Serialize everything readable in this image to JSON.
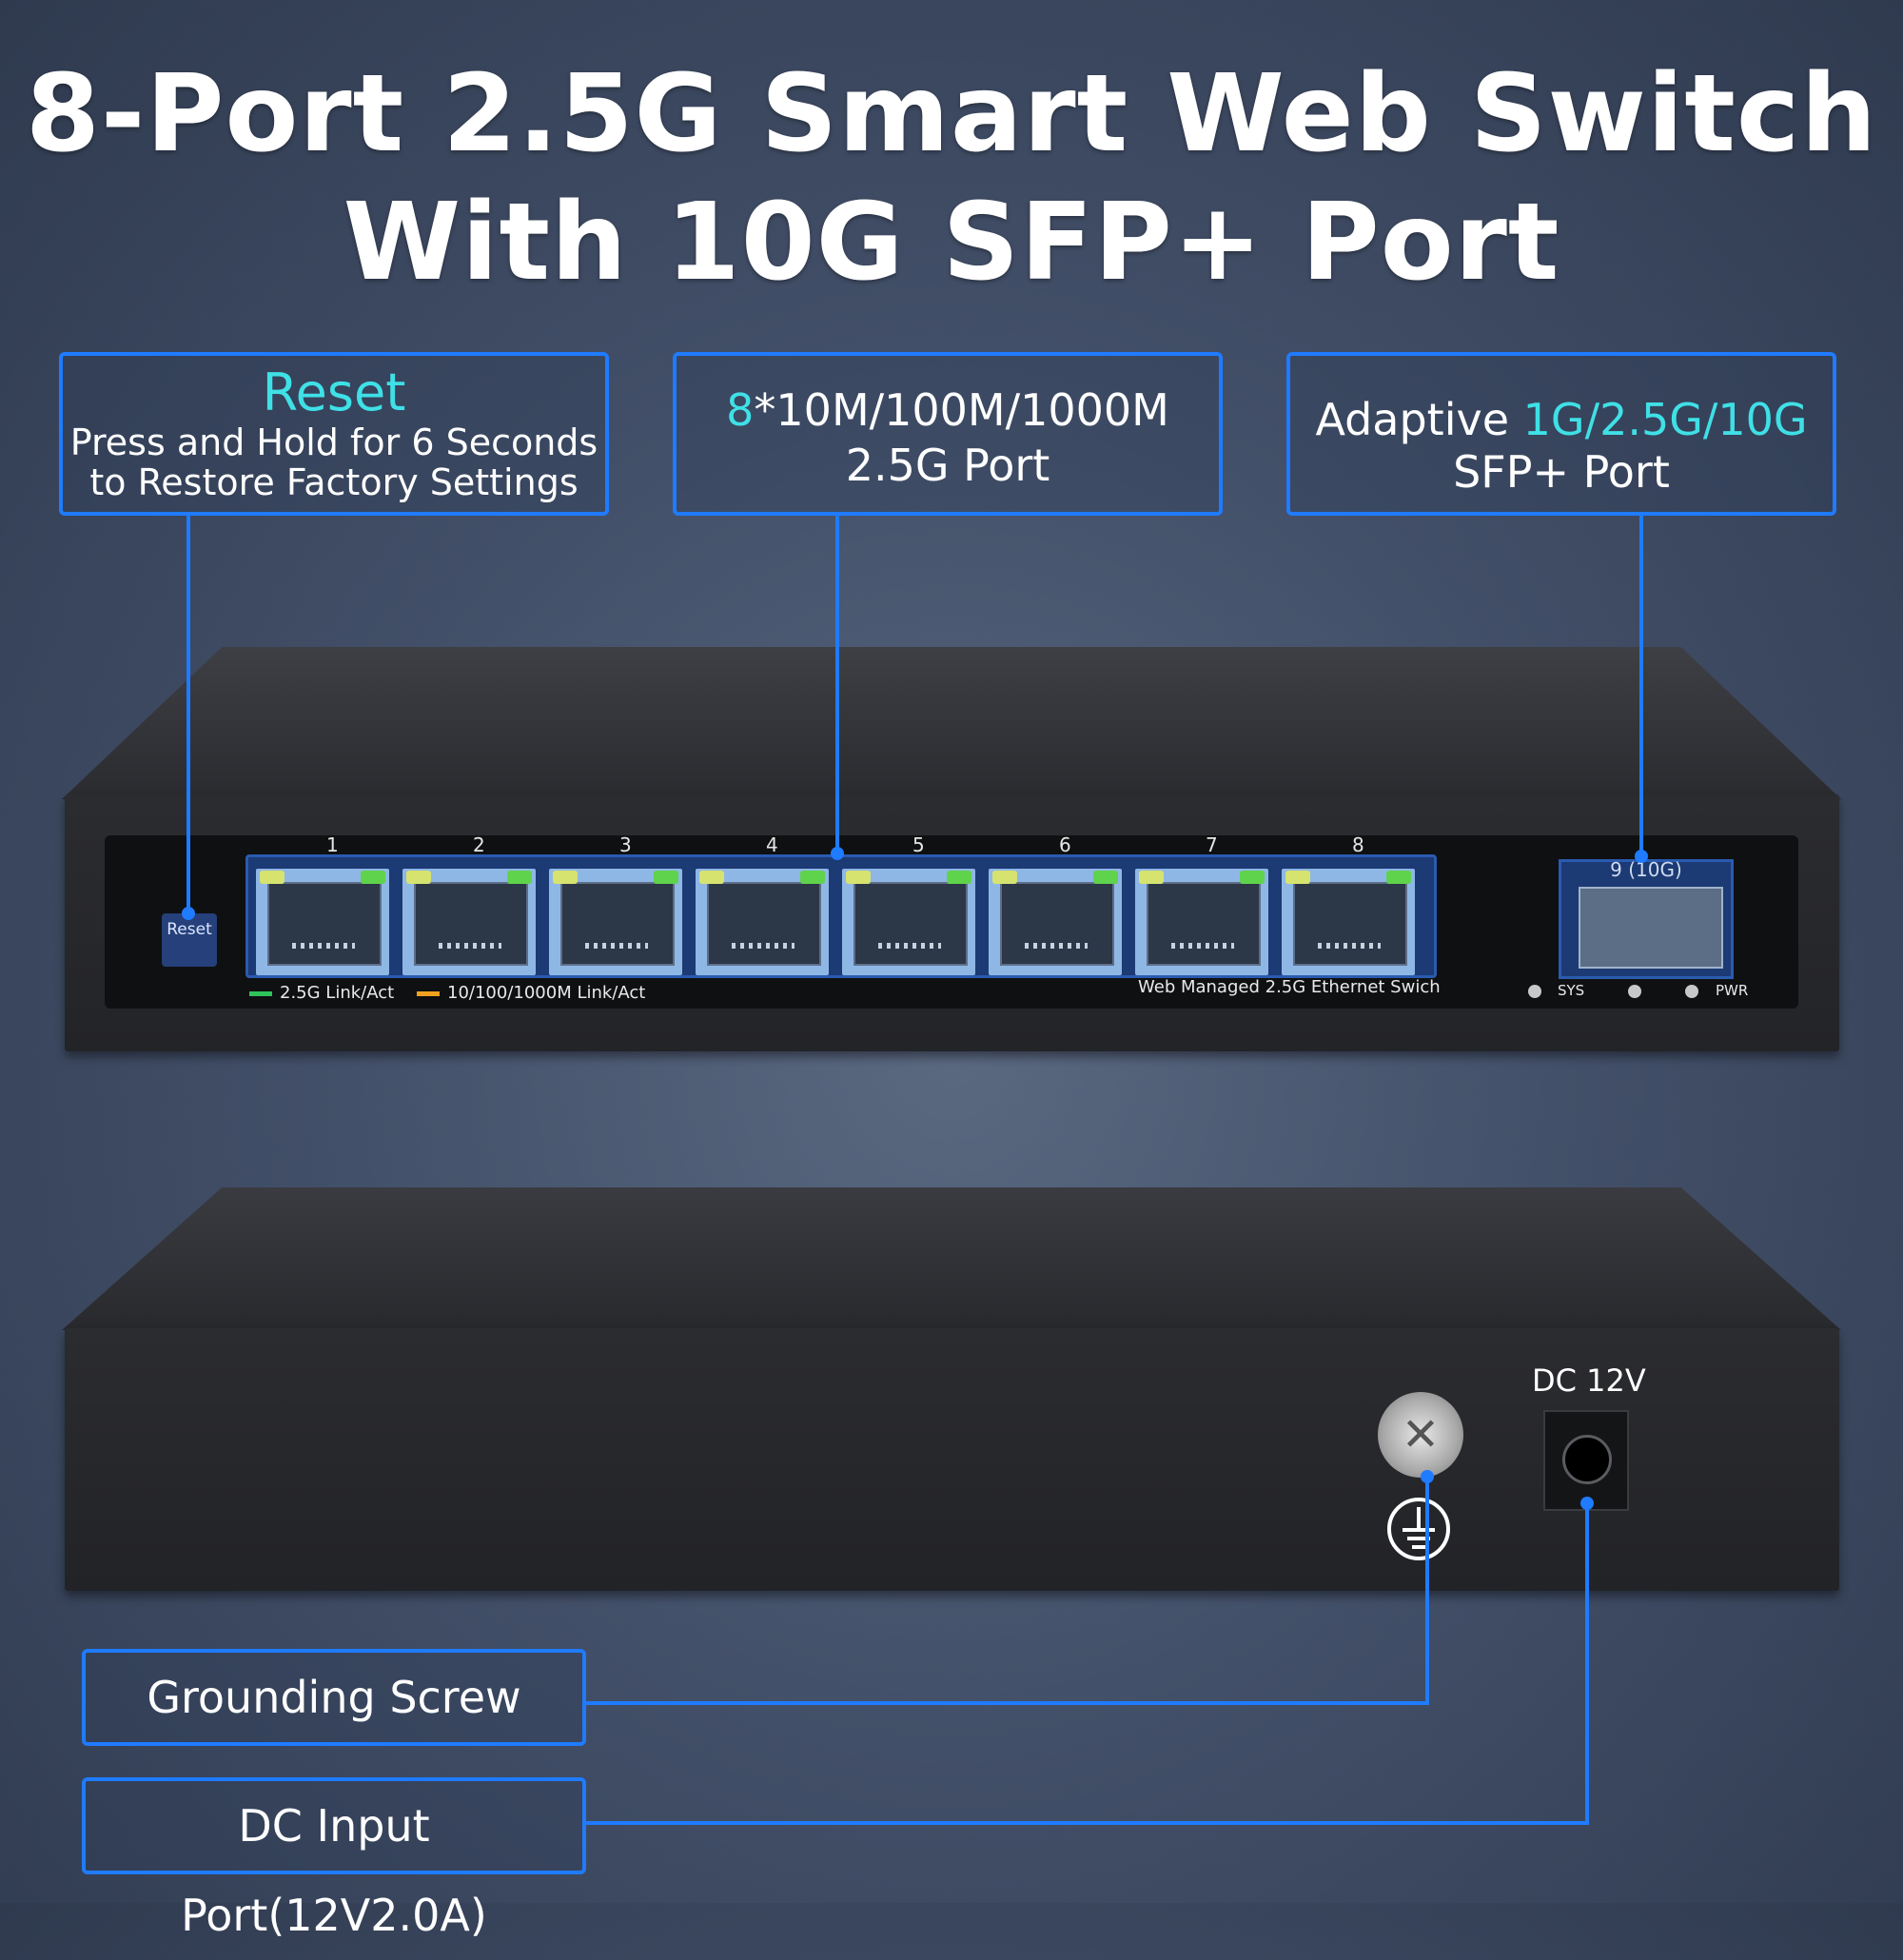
{
  "title": {
    "line1": "8-Port 2.5G Smart Web Switch",
    "line2": "With 10G SFP+ Port"
  },
  "callouts": {
    "reset": {
      "heading": "Reset",
      "line1": "Press and Hold for 6 Seconds",
      "line2": "to Restore Factory Settings"
    },
    "ports": {
      "accent": "8",
      "rest": "*10M/100M/1000M",
      "line2": "2.5G Port"
    },
    "sfp": {
      "prefix": "Adaptive ",
      "accent": "1G/2.5G/10G",
      "line2": "SFP+ Port"
    },
    "grounding": "Grounding Screw",
    "dc_input": "DC Input Port(12V2.0A)"
  },
  "front_panel": {
    "reset_label": "Reset",
    "port_numbers": [
      "1",
      "2",
      "3",
      "4",
      "5",
      "6",
      "7",
      "8"
    ],
    "legend_25g": "2.5G Link/Act",
    "legend_1g": "10/100/1000M Link/Act",
    "model_text": "Web Managed 2.5G Ethernet Swich",
    "sfp_label": "9 (10G)",
    "sys_label": "SYS",
    "pwr_label": "PWR"
  },
  "back_panel": {
    "dc_label": "DC  12V"
  },
  "colors": {
    "accent": "#3fe0e6",
    "callout_border": "#1f7bff",
    "led_green": "#5fd34b",
    "led_amber": "#f0a21f"
  }
}
